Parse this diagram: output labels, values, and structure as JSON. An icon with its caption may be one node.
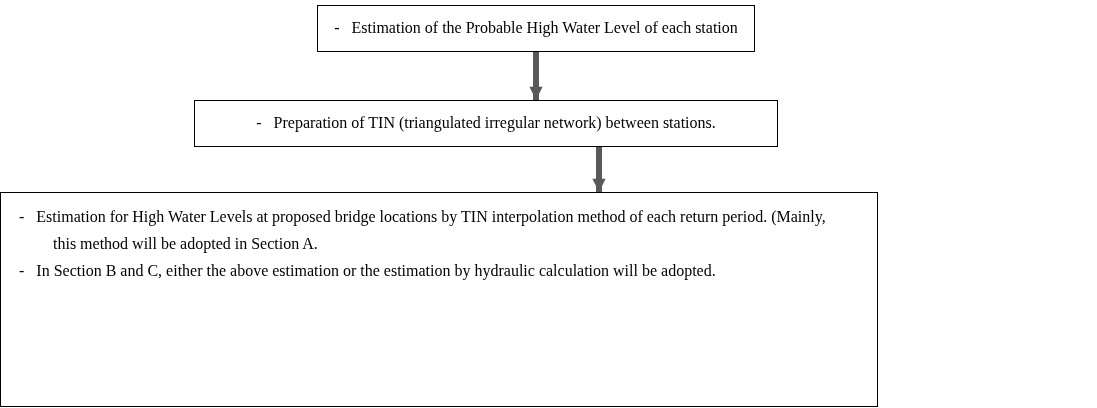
{
  "diagram": {
    "nodes": [
      {
        "text": [
          "-   Estimation of the Probable High Water Level of each station"
        ]
      },
      {
        "text": [
          "-   Preparation of TIN (triangulated irregular network) between stations."
        ]
      },
      {
        "text": [
          "-   Estimation for High Water Levels at proposed bridge locations by TIN interpolation method of each return period. (Mainly, this method will be adopted in Section A.",
          "-   In Section B and C, either the above estimation or the estimation by hydraulic calculation will be adopted."
        ]
      }
    ],
    "edges": [
      {
        "from": 0,
        "to": 1,
        "arrow": "to"
      },
      {
        "from": 1,
        "to": 2,
        "arrow": "to"
      }
    ]
  }
}
